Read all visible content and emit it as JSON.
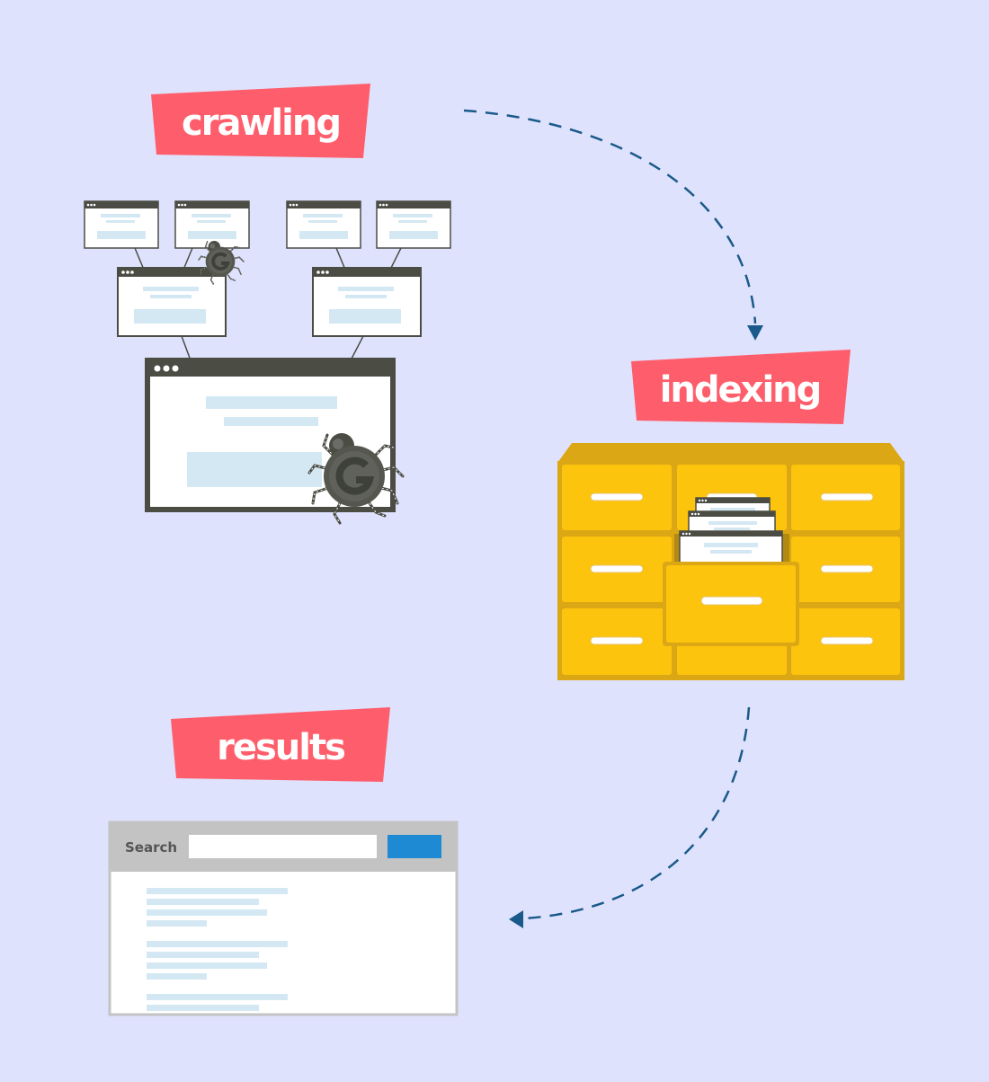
{
  "labels": {
    "crawling": "crawling",
    "indexing": "indexing",
    "results": "results"
  },
  "search": {
    "label": "Search",
    "input_value": ""
  },
  "colors": {
    "background": "#dfe2fd",
    "label": "#fe5e6b",
    "arrow": "#1a5a8a",
    "cabinet": "#fcc40c",
    "cabinet_dark": "#e0a814",
    "browser_frame": "#4b4d45",
    "content_block": "#d4e8f3",
    "search_button": "#1f8ad4"
  },
  "icons": [
    "spider-g-icon",
    "arrow-head-icon",
    "file-cabinet-icon",
    "browser-window-icon"
  ]
}
